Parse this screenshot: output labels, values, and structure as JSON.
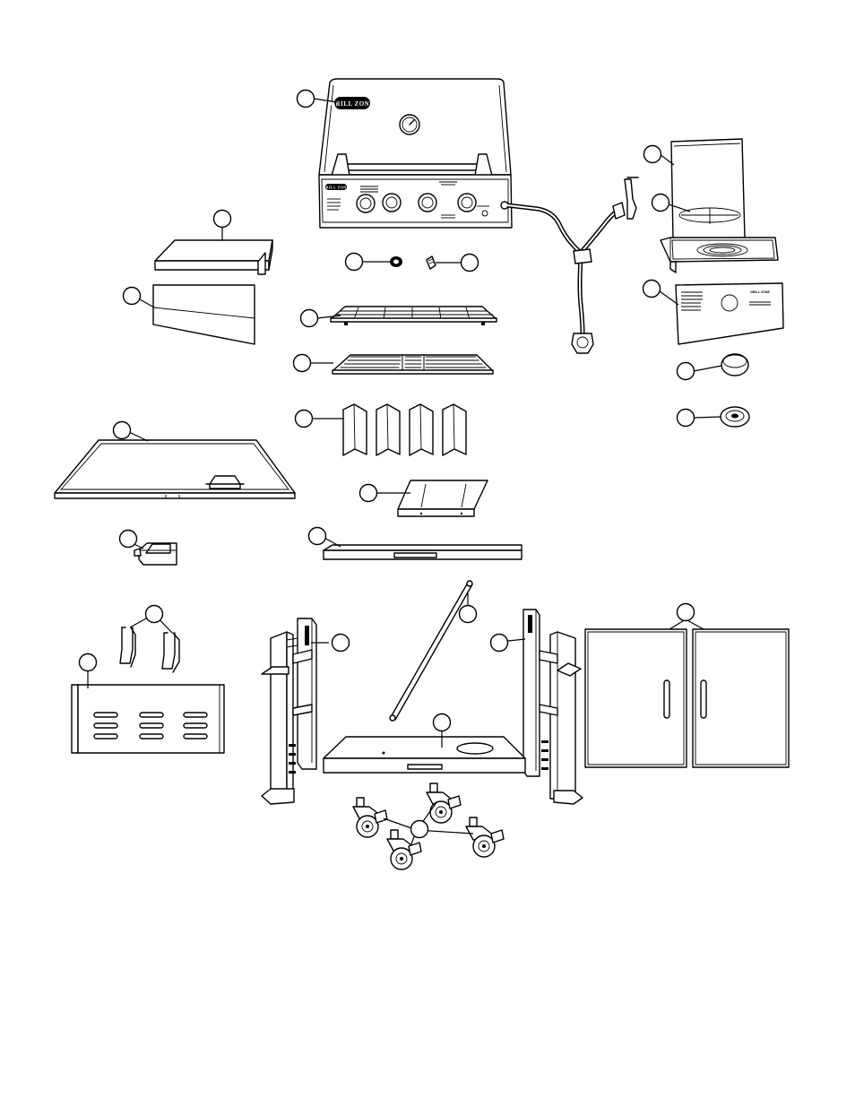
{
  "brand": {
    "logo_text": "GRILL ZONE",
    "panel_logo_text": "GRILL ZONE",
    "side_burner_brand": "GRILL ZONE"
  },
  "colors": {
    "line": "#000000",
    "background": "#ffffff",
    "shade": "#d6d6d6"
  },
  "callouts": [
    {
      "id": "hood"
    },
    {
      "id": "side-shelf-top"
    },
    {
      "id": "side-shelf-panel"
    },
    {
      "id": "knob"
    },
    {
      "id": "bezel"
    },
    {
      "id": "warming-rack"
    },
    {
      "id": "cooking-grate"
    },
    {
      "id": "flame-tamers"
    },
    {
      "id": "grease-tray"
    },
    {
      "id": "drip-tray"
    },
    {
      "id": "grease-cup"
    },
    {
      "id": "crossbar"
    },
    {
      "id": "left-leg-frame"
    },
    {
      "id": "right-leg-frame"
    },
    {
      "id": "bottom-shelf"
    },
    {
      "id": "casters"
    },
    {
      "id": "doors"
    },
    {
      "id": "back-panel"
    },
    {
      "id": "tank-brackets"
    },
    {
      "id": "side-burner-lid"
    },
    {
      "id": "side-burner-grate"
    },
    {
      "id": "side-burner-panel"
    },
    {
      "id": "side-knob"
    },
    {
      "id": "side-bezel"
    }
  ]
}
